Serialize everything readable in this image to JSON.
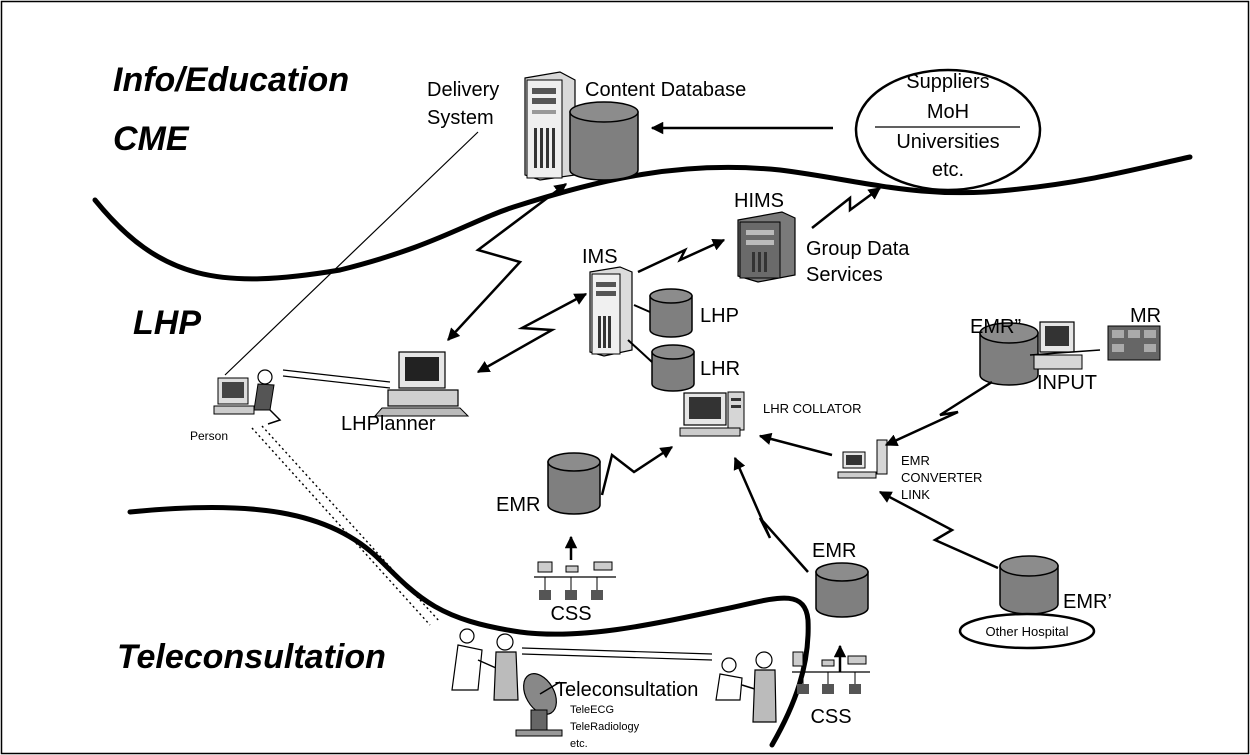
{
  "zones": {
    "info_education": "Info/Education",
    "cme": "CME",
    "lhp": "LHP",
    "teleconsultation": "Teleconsultation"
  },
  "labels": {
    "delivery_system_1": "Delivery",
    "delivery_system_2": "System",
    "content_database": "Content Database",
    "suppliers": "Suppliers",
    "moh": "MoH",
    "universities": "Universities",
    "etc": "etc.",
    "hims": "HIMS",
    "group_data_1": "Group Data",
    "group_data_2": "Services",
    "ims": "IMS",
    "lhp_db": "LHP",
    "lhr_db": "LHR",
    "emr_dblprime": "EMR”",
    "mr": "MR",
    "input": "INPUT",
    "lhr_collator": "LHR COLLATOR",
    "emr_converter_1": "EMR",
    "emr_converter_2": "CONVERTER",
    "emr_converter_3": "LINK",
    "person": "Person",
    "lhplanner": "LHPlanner",
    "emr_left": "EMR",
    "emr_right": "EMR",
    "emr_prime": "EMR’",
    "other_hospital": "Other Hospital",
    "css_left": "CSS",
    "css_right": "CSS",
    "teleconsultation_center": "Teleconsultation",
    "tele_ecg": "TeleECG",
    "tele_radiology": "TeleRadiology",
    "tele_etc": "etc."
  },
  "colors": {
    "cylinder": "#7f7f7f",
    "ink": "#000000",
    "background": "#ffffff"
  }
}
